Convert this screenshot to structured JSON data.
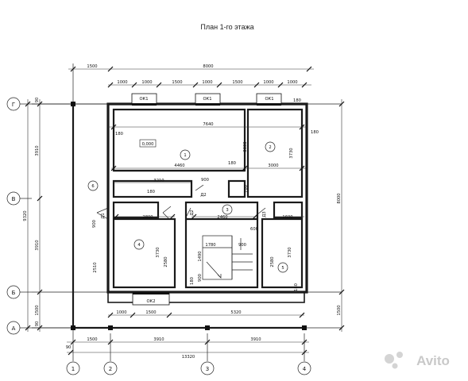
{
  "title": "План 1-го этажа",
  "level_mark": "0,000",
  "axes": {
    "letters": [
      "Г",
      "В",
      "Б",
      "А"
    ],
    "numbers": [
      "1",
      "2",
      "3",
      "4"
    ]
  },
  "rooms": [
    "1",
    "2",
    "3",
    "4",
    "5",
    "6"
  ],
  "windows": [
    "ОК1",
    "ОК1",
    "ОК1",
    "ОК2"
  ],
  "doors": [
    "Д1",
    "Д2",
    "Д3"
  ],
  "dimensions": {
    "top_overall": "8000",
    "top_left": "1500",
    "top_chain": [
      "1000",
      "1000",
      "1500",
      "1000",
      "1500",
      "1000",
      "1000"
    ],
    "bottom_overall": "13320",
    "bottom_chain": [
      "1500",
      "3910",
      "3910"
    ],
    "bottom_small": "90",
    "left_overall": "9320",
    "left_chain": [
      "3910",
      "3910",
      "1500"
    ],
    "left_small": [
      "90",
      "90"
    ],
    "right_overall": "8000",
    "right_small": "1500",
    "r1_width": "7640",
    "r1_sub": "4460",
    "r2_width": "3000",
    "r2_h1": "3030",
    "r2_h2": "3730",
    "r2_small": "700",
    "hall_a": "3210",
    "hall_b": "900",
    "d180": "180",
    "r4_w": "2800",
    "r4_h": "3730",
    "r4_h2": "2510",
    "r4_h3": "2580",
    "r3_w": "2460",
    "r5_w": "1600",
    "r5_h": "3730",
    "r5_h2": "2580",
    "stair_w": "1780",
    "stair_h": "900",
    "stair_v": "1490",
    "door_900": "900",
    "ext_w": "5320",
    "ext_a": "1000",
    "ext_b": "1500",
    "d600": "600"
  },
  "watermark": "Avito"
}
